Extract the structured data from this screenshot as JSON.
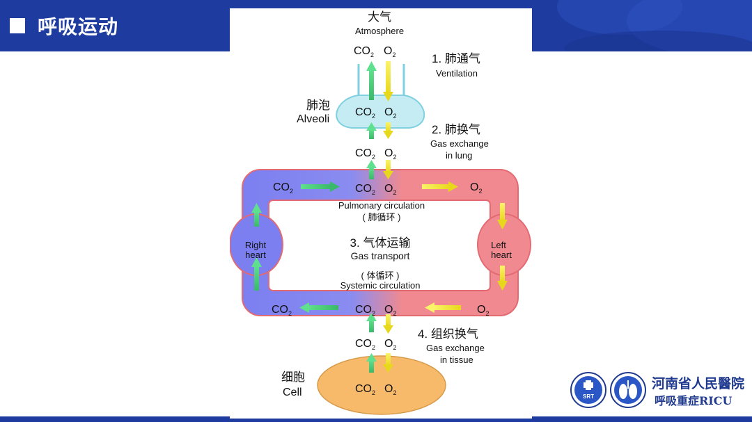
{
  "header": {
    "title": "呼吸运动"
  },
  "diagram": {
    "atmosphere_cn": "大气",
    "atmosphere_en": "Atmosphere",
    "co2": "CO",
    "co2_sub": "2",
    "o2": "O",
    "o2_sub": "2",
    "step1_cn": "1. 肺通气",
    "step1_en": "Ventilation",
    "alveoli_cn": "肺泡",
    "alveoli_en": "Alveoli",
    "step2_cn": "2. 肺换气",
    "step2_en_1": "Gas exchange",
    "step2_en_2": "in lung",
    "pulmonary_en": "Pulmonary circulation",
    "pulmonary_cn": "( 肺循环 )",
    "step3_cn": "3. 气体运输",
    "step3_en": "Gas transport",
    "systemic_cn": "( 体循环 )",
    "systemic_en": "Systemic circulation",
    "right_heart_1": "Right",
    "right_heart_2": "heart",
    "left_heart_1": "Left",
    "left_heart_2": "heart",
    "step4_cn": "4. 组织换气",
    "step4_en_1": "Gas exchange",
    "step4_en_2": "in tissue",
    "cell_cn": "细胞",
    "cell_en": "Cell"
  },
  "logo": {
    "badge_text": "SRT",
    "org_name": "河南省人民醫院",
    "department": "呼吸重症RICU"
  },
  "colors": {
    "brand_blue": "#1e3ca0",
    "venous_blue": "#7b7ff0",
    "arterial_red": "#f08a90",
    "co2_arrow": "#6fe39a",
    "o2_arrow": "#f3ef3a",
    "alveoli": "#c4ecf2",
    "cell": "#f7ba6b"
  }
}
